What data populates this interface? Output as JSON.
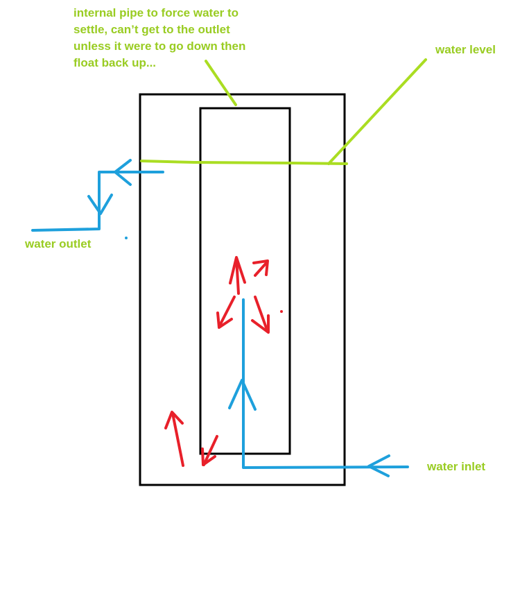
{
  "labels": {
    "internal_pipe": "internal pipe to force water to\nsettle, can’t get to the outlet\nunless it were to go down then\nfloat back up...",
    "water_level": "water level",
    "water_outlet": "water outlet",
    "water_inlet": "water inlet"
  },
  "colors": {
    "background": "#ffffff",
    "outline": "#000000",
    "label_green": "#99cc22",
    "water_level_line": "#aadd22",
    "water_blue": "#1ea0dc",
    "flow_red": "#e8202a"
  }
}
